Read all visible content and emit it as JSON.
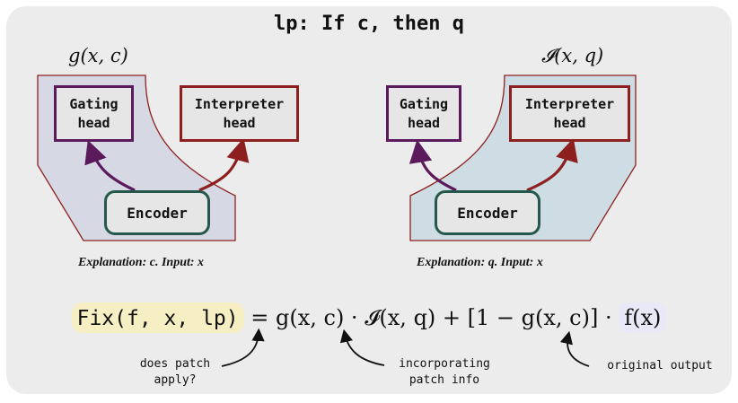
{
  "title": "lp: If c, then q",
  "left": {
    "function_label": "g(x, c)",
    "gating_label": "Gating\nhead",
    "interpreter_label": "Interpreter\nhead",
    "encoder_label": "Encoder",
    "caption": "Explanation: c. Input: x",
    "region_color": "#d6d9e4"
  },
  "right": {
    "function_label": "𝓘(x, q)",
    "gating_label": "Gating\nhead",
    "interpreter_label": "Interpreter\nhead",
    "encoder_label": "Encoder",
    "caption": "Explanation: q. Input: x",
    "region_color": "#cddde3"
  },
  "equation": {
    "fix_term": "Fix(f, x, lp)",
    "rest": " = g(x, c) · 𝓘(x, q) + [1 − g(x, c)] · ",
    "original_term": "f(x)"
  },
  "annotations": {
    "does_patch_apply": "does patch\napply?",
    "incorporating_patch_info": "incorporating\npatch info",
    "original_output": "original output"
  },
  "colors": {
    "gating": "#5a1a5c",
    "interpreter": "#8e1f1f",
    "encoder": "#25574a",
    "fix_highlight": "#f6efc4",
    "original_highlight": "#e8e8f6"
  }
}
